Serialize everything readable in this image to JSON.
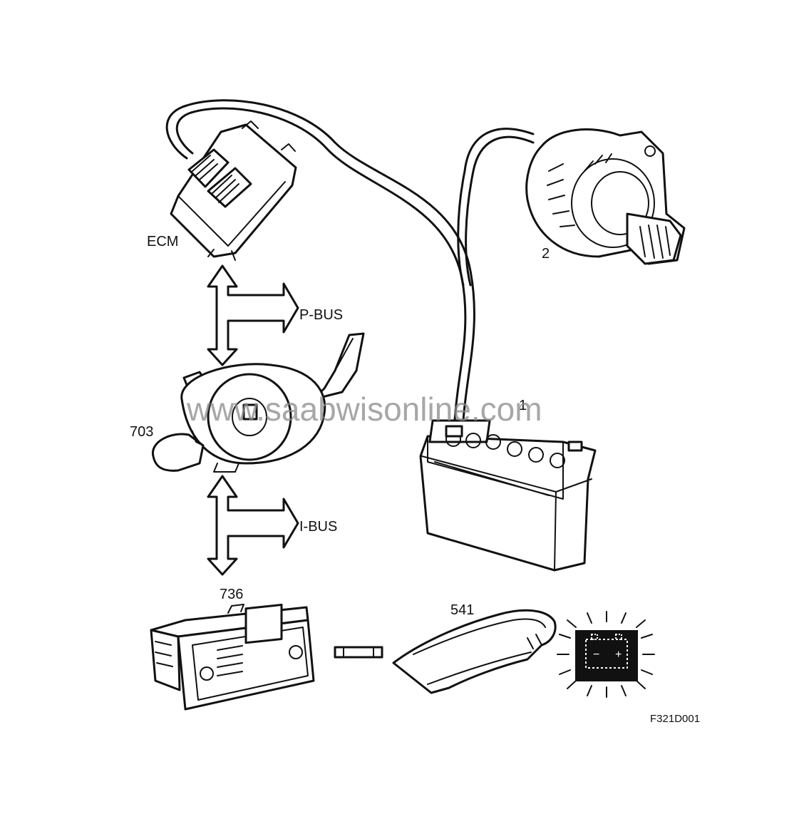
{
  "diagram": {
    "components": {
      "ecm": {
        "label": "ECM"
      },
      "generator": {
        "label": "2"
      },
      "battery": {
        "label": "1"
      },
      "steering_module": {
        "label": "703"
      },
      "info_display": {
        "label": "736"
      },
      "instrument_cluster": {
        "label": "541"
      }
    },
    "buses": {
      "p_bus": {
        "label": "P-BUS"
      },
      "i_bus": {
        "label": "I-BUS"
      }
    },
    "warning_lamp": {
      "icon": "battery-warning-icon",
      "minus": "−",
      "plus": "+"
    },
    "figure_code": "F321D001",
    "watermark": "www.saabwisonline.com"
  }
}
